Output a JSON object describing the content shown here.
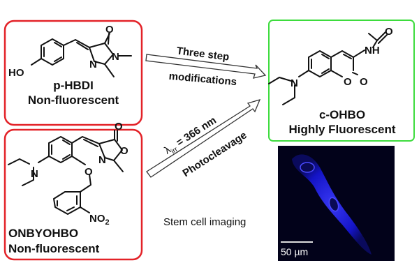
{
  "compounds": {
    "phbdi": {
      "name": "p-HBDI",
      "property": "Non-fluorescent",
      "atoms": {
        "ho": "HO",
        "o": "O",
        "n1": "N",
        "n2": "N"
      }
    },
    "onbyohbo": {
      "name": "ONBYOHBO",
      "property": "Non-fluorescent",
      "atoms": {
        "n": "N",
        "o1": "O",
        "o2": "O",
        "o3": "O",
        "n2": "N",
        "no2": "NO",
        "no2_sub": "2"
      }
    },
    "cohbo": {
      "name": "c-OHBO",
      "property": "Highly Fluorescent",
      "atoms": {
        "o1": "O",
        "nh": "NH",
        "n": "N",
        "o2": "O",
        "o3": "O"
      }
    }
  },
  "arrows": {
    "top": {
      "label_above": "Three step",
      "label_below": "modifications"
    },
    "bottom": {
      "label_above_symbol": "λ",
      "label_above_sub": "irr",
      "label_above_rest": " = 366 nm",
      "label_below": "Photocleavage"
    }
  },
  "imaging": {
    "caption": "Stem cell imaging",
    "scale_bar": "50 µm"
  },
  "colors": {
    "nonfluorescent_border": "#e32228",
    "fluorescent_border": "#3ddc3d",
    "cell": "#1a1aff",
    "image_bg": "#02021a"
  }
}
